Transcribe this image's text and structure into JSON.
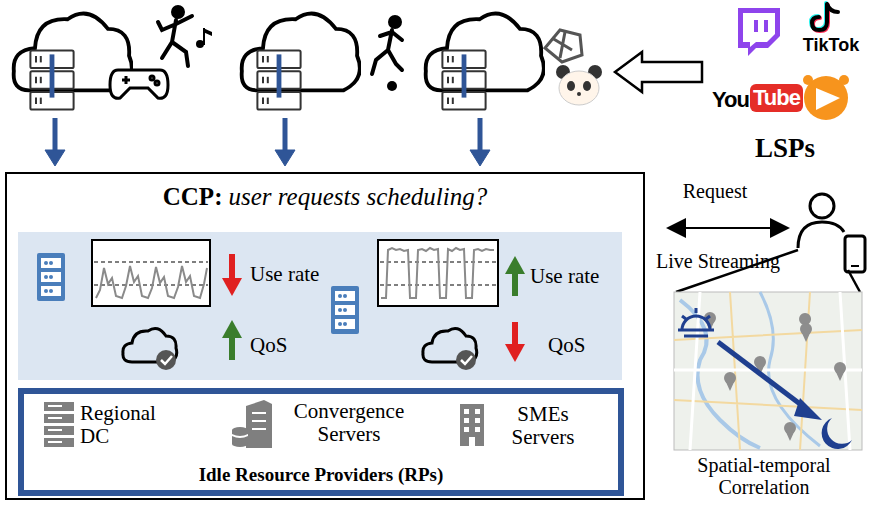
{
  "diagram": {
    "nodes": [
      {
        "text": [
          "CCP:",
          "user requests scheduling?"
        ]
      },
      {
        "text": [
          "Idle Resource Providers (RPs)"
        ],
        "in": 0
      }
    ],
    "labels": [
      "Use rate",
      "QoS",
      "Use rate",
      "QoS",
      "Regional DC",
      "Convergence Servers",
      "SMEs Servers",
      "TikTok",
      "You",
      "Tube",
      "LSPs",
      "Request",
      "Live Streaming",
      "Spatial-temporal Correlation"
    ]
  }
}
